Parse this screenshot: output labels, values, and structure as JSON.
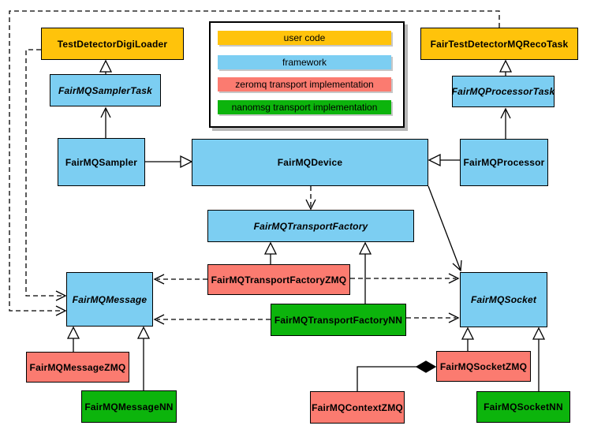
{
  "colors": {
    "user_code": "#ffc30b",
    "framework": "#7ccef2",
    "zeromq": "#fb7b70",
    "nanomsg": "#0cb40c",
    "line": "#000000",
    "background": "#ffffff"
  },
  "legend": {
    "items": [
      {
        "label": "user code",
        "color": "#ffc30b"
      },
      {
        "label": "framework",
        "color": "#7ccef2"
      },
      {
        "label": "zeromq transport implementation",
        "color": "#fb7b70"
      },
      {
        "label": "nanomsg transport implementation",
        "color": "#0cb40c"
      }
    ]
  },
  "nodes": {
    "testDetectorDigiLoader": "TestDetectorDigiLoader",
    "fairTestDetectorMQRecoTask": "FairTestDetectorMQRecoTask",
    "fairMQSamplerTask": "FairMQSamplerTask",
    "fairMQProcessorTask": "FairMQProcessorTask",
    "fairMQSampler": "FairMQSampler",
    "fairMQDevice": "FairMQDevice",
    "fairMQProcessor": "FairMQProcessor",
    "fairMQTransportFactory": "FairMQTransportFactory",
    "fairMQTransportFactoryZMQ": "FairMQTransportFactoryZMQ",
    "fairMQTransportFactoryNN": "FairMQTransportFactoryNN",
    "fairMQMessage": "FairMQMessage",
    "fairMQSocket": "FairMQSocket",
    "fairMQMessageZMQ": "FairMQMessageZMQ",
    "fairMQMessageNN": "FairMQMessageNN",
    "fairMQContextZMQ": "FairMQContextZMQ",
    "fairMQSocketZMQ": "FairMQSocketZMQ",
    "fairMQSocketNN": "FairMQSocketNN"
  },
  "edges": [
    {
      "from": "FairMQSamplerTask",
      "to": "TestDetectorDigiLoader",
      "style": "solid",
      "arrow": "hollow-triangle"
    },
    {
      "from": "FairMQProcessorTask",
      "to": "FairTestDetectorMQRecoTask",
      "style": "solid",
      "arrow": "hollow-triangle"
    },
    {
      "from": "FairMQSampler",
      "to": "FairMQDevice",
      "style": "solid",
      "arrow": "hollow-triangle"
    },
    {
      "from": "FairMQProcessor",
      "to": "FairMQDevice",
      "style": "solid",
      "arrow": "hollow-triangle"
    },
    {
      "from": "FairMQSampler",
      "to": "FairMQSamplerTask",
      "style": "solid",
      "arrow": "open"
    },
    {
      "from": "FairMQProcessor",
      "to": "FairMQProcessorTask",
      "style": "solid",
      "arrow": "open"
    },
    {
      "from": "FairMQDevice",
      "to": "FairMQTransportFactory",
      "style": "dashed",
      "arrow": "open"
    },
    {
      "from": "FairMQDevice",
      "to": "FairMQSocket",
      "style": "solid",
      "arrow": "open"
    },
    {
      "from": "FairMQTransportFactoryZMQ",
      "to": "FairMQTransportFactory",
      "style": "solid",
      "arrow": "hollow-triangle"
    },
    {
      "from": "FairMQTransportFactoryNN",
      "to": "FairMQTransportFactory",
      "style": "solid",
      "arrow": "hollow-triangle"
    },
    {
      "from": "FairMQTransportFactoryZMQ",
      "to": "FairMQMessage",
      "style": "dashed",
      "arrow": "open"
    },
    {
      "from": "FairMQTransportFactoryZMQ",
      "to": "FairMQSocket",
      "style": "dashed",
      "arrow": "open"
    },
    {
      "from": "FairMQTransportFactoryNN",
      "to": "FairMQMessage",
      "style": "dashed",
      "arrow": "open"
    },
    {
      "from": "FairMQTransportFactoryNN",
      "to": "FairMQSocket",
      "style": "dashed",
      "arrow": "open"
    },
    {
      "from": "TestDetectorDigiLoader",
      "to": "FairMQMessage",
      "style": "dashed",
      "arrow": "open"
    },
    {
      "from": "FairTestDetectorMQRecoTask",
      "to": "FairMQMessage",
      "style": "dashed",
      "arrow": "open"
    },
    {
      "from": "FairMQMessageZMQ",
      "to": "FairMQMessage",
      "style": "solid",
      "arrow": "hollow-triangle"
    },
    {
      "from": "FairMQMessageNN",
      "to": "FairMQMessage",
      "style": "solid",
      "arrow": "hollow-triangle"
    },
    {
      "from": "FairMQSocketZMQ",
      "to": "FairMQSocket",
      "style": "solid",
      "arrow": "hollow-triangle"
    },
    {
      "from": "FairMQSocketNN",
      "to": "FairMQSocket",
      "style": "solid",
      "arrow": "hollow-triangle"
    },
    {
      "from": "FairMQContextZMQ",
      "to": "FairMQSocketZMQ",
      "style": "solid",
      "arrow": "filled-diamond"
    }
  ]
}
